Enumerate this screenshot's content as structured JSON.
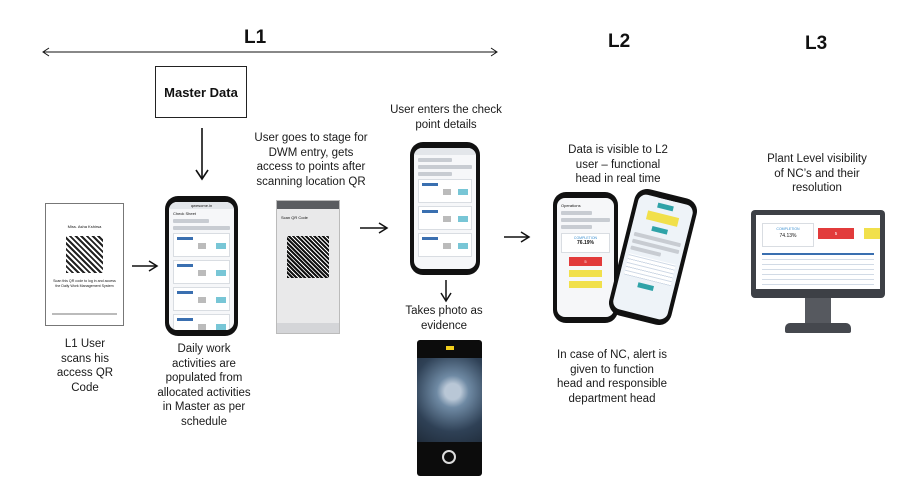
{
  "levels": {
    "l1": "L1",
    "l2": "L2",
    "l3": "L3"
  },
  "master_data_label": "Master Data",
  "captions": {
    "scan_qr": [
      "L1 User",
      "scans his",
      "access QR",
      "Code"
    ],
    "daily_activities": [
      "Daily work",
      "activities are",
      "populated from",
      "allocated activities",
      "in Master as per",
      "schedule"
    ],
    "stage_entry": [
      "User goes to stage for",
      "DWM entry, gets",
      "access to points after",
      "scanning location QR"
    ],
    "check_point": [
      "User enters the check",
      "point details"
    ],
    "photo": [
      "Takes photo as",
      "evidence"
    ],
    "l2_visible": [
      "Data is visible to L2",
      "user – functional",
      "head in real time"
    ],
    "nc_alert": [
      "In case of NC, alert is",
      "given to function",
      "head and responsible",
      "department head"
    ],
    "plant_visibility": [
      "Plant Level visibility",
      "of NC’s and their",
      "resolution"
    ]
  },
  "screens": {
    "qr_card_title": "Miss. Asha Kshirsa",
    "qr_card_text": "Scan this QR code to log in and access the Daily Work Management System",
    "phone_header": "qwesome.in",
    "check_sheet": "Check Sheet",
    "scan_qr_code": "Scan QR Code",
    "l2_title": "Operations",
    "l2_percent": "76.19%",
    "l2_completion": "COMPLETION",
    "l2_red_value": "5",
    "l3_completion": "COMPLETION",
    "l3_percent": "74.13%",
    "l3_red_value": "5"
  },
  "colors": {
    "accent": "#3a8fd0",
    "teal": "#2fa3a8",
    "alert_red": "#e23b3b",
    "warn_yellow": "#f1e04b",
    "monitor": "#3d4046"
  }
}
